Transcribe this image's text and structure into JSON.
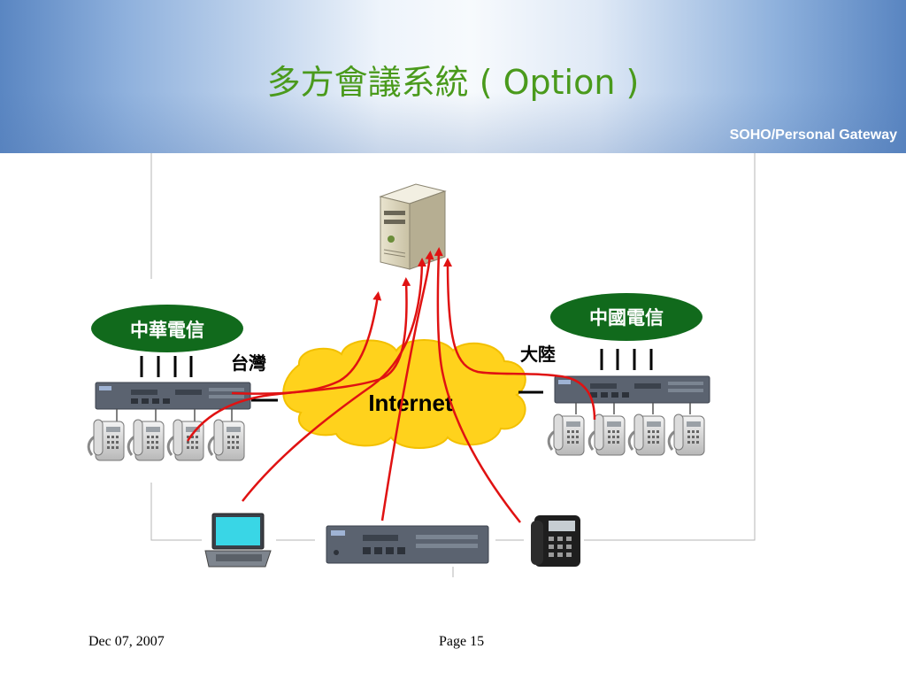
{
  "header": {
    "title": "多方會議系統 ( Option )",
    "subtitle": "SOHO/Personal Gateway"
  },
  "diagram": {
    "carrier_left": "中華電信",
    "carrier_right": "中國電信",
    "region_left": "台灣",
    "region_right": "大陸",
    "cloud_label": "Internet",
    "colors": {
      "carrier_fill": "#116a1c",
      "cloud_fill": "#ffd21c",
      "connection_line": "#e01212"
    }
  },
  "footer": {
    "date": "Dec 07, 2007",
    "page": "Page 15"
  }
}
